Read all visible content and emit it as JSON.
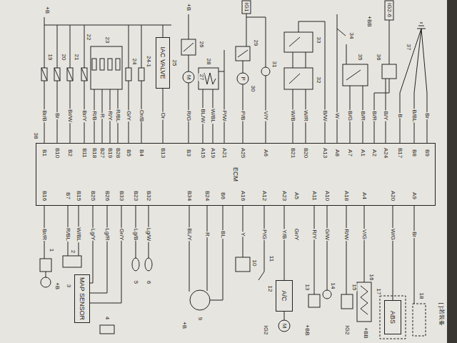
{
  "diagram": {
    "nodes": [
      {
        "text": [
          "ECM"
        ]
      },
      {
        "text": [
          "IAC VALVE"
        ]
      },
      {
        "text": [
          "MAP SENSOR"
        ]
      },
      {
        "text": [
          "A/C"
        ]
      },
      {
        "text": [
          "ABS"
        ]
      }
    ],
    "edges": [
      {
        "from": 1,
        "to": 0,
        "label": "Or",
        "arrow": "none"
      },
      {
        "from": 2,
        "to": 0,
        "label": "Lg/Y",
        "arrow": "none"
      },
      {
        "from": 2,
        "to": 0,
        "label": "Lg/R",
        "arrow": "none"
      },
      {
        "from": 2,
        "to": 0,
        "label": "Gr/Y",
        "arrow": "none"
      },
      {
        "from": 3,
        "to": 0,
        "label": "Y/B",
        "arrow": "none"
      },
      {
        "from": 4,
        "to": 0,
        "label": "W/G",
        "arrow": "none"
      }
    ],
    "labels": [
      "B1",
      "B10",
      "B2",
      "B11",
      "B18",
      "B27",
      "B19",
      "B28",
      "B5",
      "B4",
      "B13",
      "B3",
      "A15",
      "A19",
      "A21",
      "A25",
      "A6",
      "B21",
      "B20",
      "A13",
      "A8",
      "A7",
      "A1",
      "A2",
      "A24",
      "B17",
      "B8",
      "B9",
      "Br/B",
      "Br",
      "Br/W",
      "Br/Y",
      "R/B",
      "R",
      "R/Y",
      "R/BL",
      "G/Y",
      "Or/B",
      "R/G",
      "BL/W",
      "W/BL",
      "P/W",
      "P/B",
      "V/Y",
      "W/B",
      "W/R",
      "B/W",
      "W",
      "B/G",
      "B/R",
      "B/R",
      "B/Y",
      "B",
      "B/BL",
      "Br",
      "B16",
      "B7",
      "B15",
      "B25",
      "B26",
      "B33",
      "B23",
      "B32",
      "B34",
      "B24",
      "B6",
      "A16",
      "A12",
      "A23",
      "A5",
      "A11",
      "A10",
      "A18",
      "A4",
      "A20",
      "A9",
      "Br/R",
      "R/BL",
      "W/BL",
      "Lg/B",
      "Lg/W",
      "BL/Y",
      "R",
      "BL",
      "Y",
      "P/G",
      "Gr/Y",
      "R/Y",
      "G/W",
      "R/W",
      "V/G",
      "Br",
      "38",
      "+B",
      "19",
      "20",
      "21",
      "22",
      "23",
      "24",
      "24-1",
      "25",
      "+B",
      "26",
      "M",
      "27",
      "28",
      "IG1",
      "29",
      "P",
      "30",
      "31",
      "33",
      "32",
      "34",
      "+BB",
      "IG2-6",
      "35",
      "36",
      "37",
      "1",
      "+B",
      "2",
      "3",
      "4",
      "5",
      "6",
      "+B",
      "9",
      "10",
      "11",
      "12",
      "M",
      "IG2",
      "13",
      "14",
      "15",
      "16",
      "+BB",
      "IG2",
      "+BB",
      "17",
      "18",
      "[ ]:若装备"
    ]
  }
}
